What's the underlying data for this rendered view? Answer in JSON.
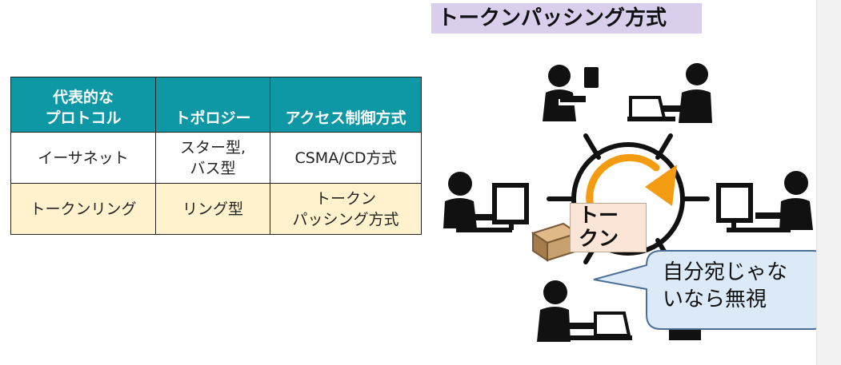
{
  "title": "トークンパッシング方式",
  "table": {
    "headers": [
      "代表的な\nプロトコル",
      "トポロジー",
      "アクセス制御方式"
    ],
    "rows": [
      [
        "イーサネット",
        "スター型,\nバス型",
        "CSMA/CD方式"
      ],
      [
        "トークンリング",
        "リング型",
        "トークン\nパッシング方式"
      ]
    ]
  },
  "diagram": {
    "token_label_line1": "トー",
    "token_label_line2": "クン",
    "bubble_line1": "自分宛じゃな",
    "bubble_line2": "いなら無視",
    "colors": {
      "arrow": "#f39c12",
      "bubble_fill": "#dce9f7",
      "bubble_stroke": "#4a6f96",
      "box": "#c8a06e",
      "header_bg": "#0e97a4",
      "row_highlight": "#fff2cc",
      "title_bg": "#d9cfec"
    }
  }
}
